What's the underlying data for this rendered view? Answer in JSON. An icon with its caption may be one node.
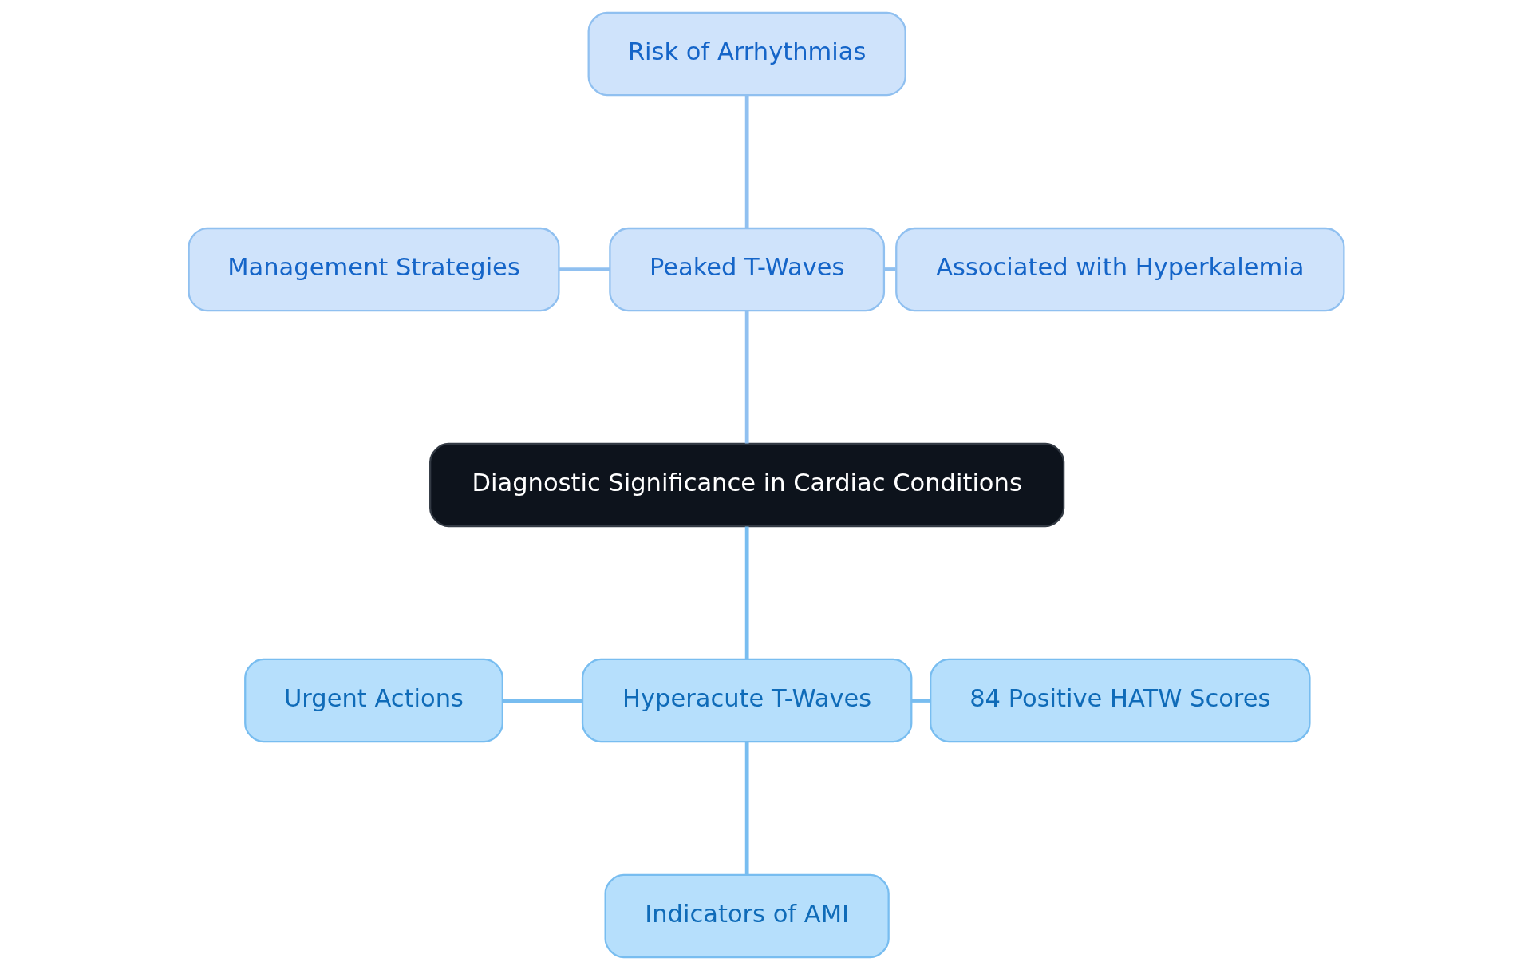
{
  "diagram": {
    "nodes": [
      {
        "text": [
          "Diagnostic Significance in Cardiac Conditions"
        ]
      },
      {
        "text": [
          "Peaked T-Waves"
        ]
      },
      {
        "text": [
          "Associated with Hyperkalemia"
        ]
      },
      {
        "text": [
          "Risk of Arrhythmias"
        ]
      },
      {
        "text": [
          "Management Strategies"
        ]
      },
      {
        "text": [
          "Hyperacute T-Waves"
        ]
      },
      {
        "text": [
          "Urgent Actions"
        ]
      },
      {
        "text": [
          "Indicators of AMI"
        ]
      },
      {
        "text": [
          "84 Positive HATW Scores"
        ]
      }
    ],
    "edges": [
      {
        "from": 0,
        "to": 1,
        "arrow": "none",
        "color": "#90c0f0"
      },
      {
        "from": 1,
        "to": 2,
        "arrow": "none",
        "color": "#90c0f0"
      },
      {
        "from": 1,
        "to": 3,
        "arrow": "none",
        "color": "#90c0f0"
      },
      {
        "from": 1,
        "to": 4,
        "arrow": "none",
        "color": "#90c0f0"
      },
      {
        "from": 0,
        "to": 5,
        "arrow": "none",
        "color": "#78bdf0"
      },
      {
        "from": 5,
        "to": 6,
        "arrow": "none",
        "color": "#78bdf0"
      },
      {
        "from": 5,
        "to": 7,
        "arrow": "none",
        "color": "#78bdf0"
      },
      {
        "from": 5,
        "to": 8,
        "arrow": "none",
        "color": "#78bdf0"
      }
    ]
  }
}
